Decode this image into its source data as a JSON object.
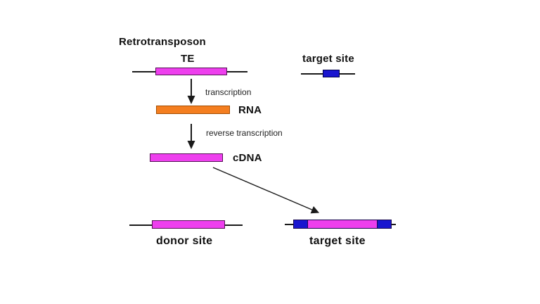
{
  "diagram": {
    "title": "Retrotransposon",
    "te_label": "TE",
    "top_target_site_label": "target site",
    "transcription_label": "transcription",
    "rna_label": "RNA",
    "reverse_transcription_label": "reverse transcription",
    "cdna_label": "cDNA",
    "donor_site_label": "donor site",
    "bottom_target_site_label": "target site"
  },
  "colors": {
    "transposon_fill": "#ee3fee",
    "transposon_border": "#551155",
    "rna_fill": "#f47e20",
    "rna_border": "#a34c00",
    "target_site_fill": "#1a16cf",
    "target_site_border": "#00004d",
    "line_and_arrow": "#1a1a1a",
    "background": "#ffffff",
    "text": "#111111"
  }
}
